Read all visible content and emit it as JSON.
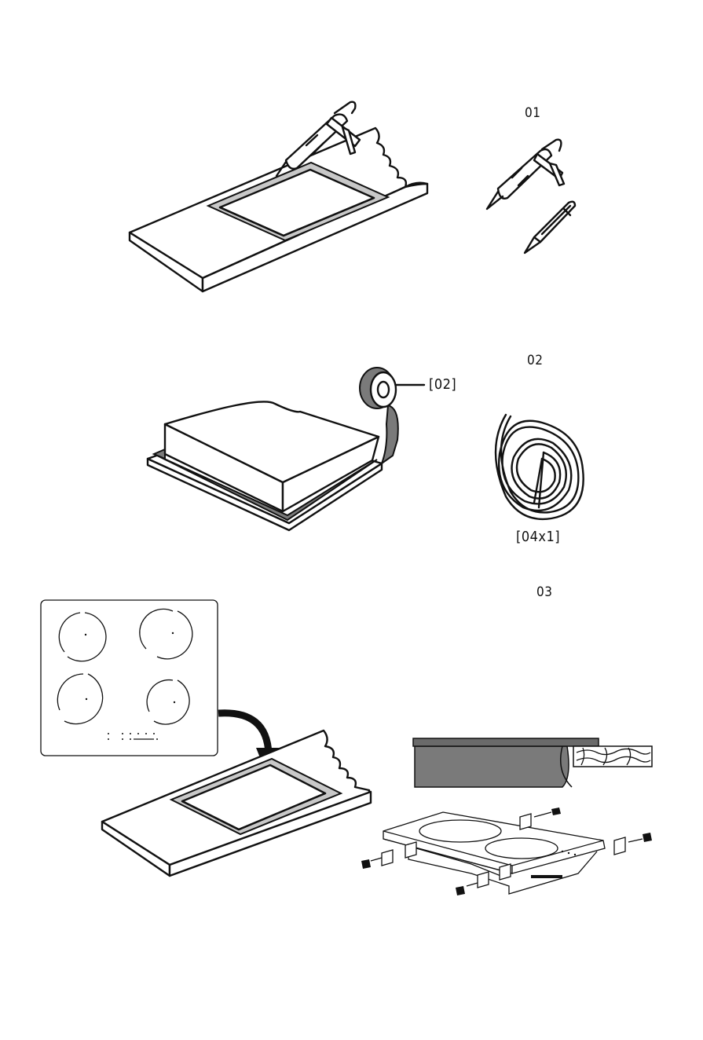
{
  "steps": [
    {
      "number": "01"
    },
    {
      "number": "02",
      "callout": "[02]",
      "part_count": "[04x1]"
    },
    {
      "number": "03"
    }
  ],
  "icons": {
    "step1_main": "caulk-gun-icon",
    "step1_tool_a": "caulk-gun-icon",
    "step1_tool_b": "pencil-icon",
    "step2_main": "sealing-tape-roll-icon",
    "step2_part": "sealing-strip-coil-icon",
    "step3_top": "hob-top-view-icon",
    "step3_arrow": "insert-arrow-icon",
    "step3_section": "worktop-section-icon",
    "step3_brackets": "hob-bracket-assembly-icon"
  },
  "colors": {
    "line": "#111111",
    "seal_fill": "#c8c8c8",
    "tape_fill": "#7a7a7a",
    "background": "#ffffff"
  }
}
